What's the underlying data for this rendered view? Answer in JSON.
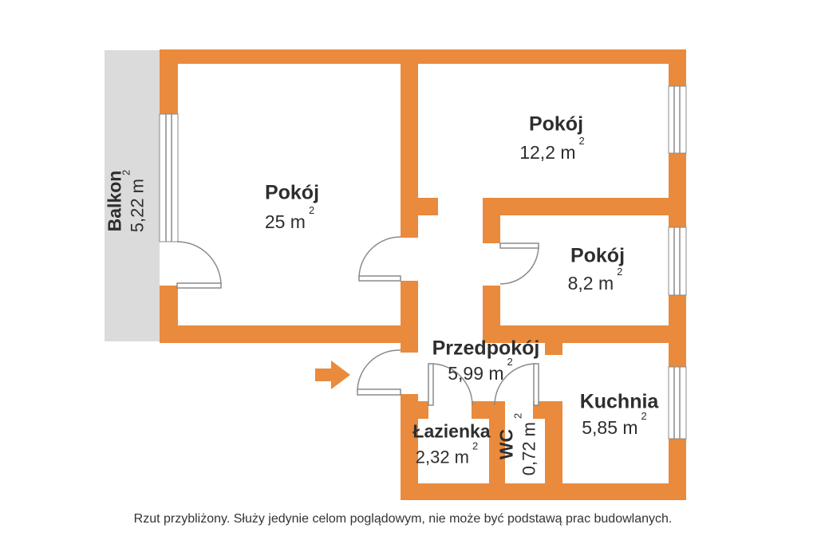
{
  "plan": {
    "caption": "Rzut przybliżony. Służy jedynie celom poglądowym, nie może być podstawą prac budowlanych.",
    "rooms": [
      {
        "label": "Pokój",
        "area": "25 m",
        "sup": "2"
      },
      {
        "label": "Pokój",
        "area": "12,2 m",
        "sup": "2"
      },
      {
        "label": "Pokój",
        "area": "8,2 m",
        "sup": "2"
      },
      {
        "label": "Przedpokój",
        "area": "5,99 m",
        "sup": "2"
      },
      {
        "label": "Łazienka",
        "area": "2,32 m",
        "sup": "2"
      },
      {
        "label": "WC",
        "area": "0,72 m",
        "sup": "2"
      },
      {
        "label": "Kuchnia",
        "area": "5,85 m",
        "sup": "2"
      },
      {
        "label": "Balkon",
        "area": "5,22 m",
        "sup": "2"
      }
    ],
    "colors": {
      "wall": "#EA8A3C",
      "balcony": "#DBDBDB",
      "line": "#8A8A8A",
      "text": "#2E2E2E"
    }
  }
}
